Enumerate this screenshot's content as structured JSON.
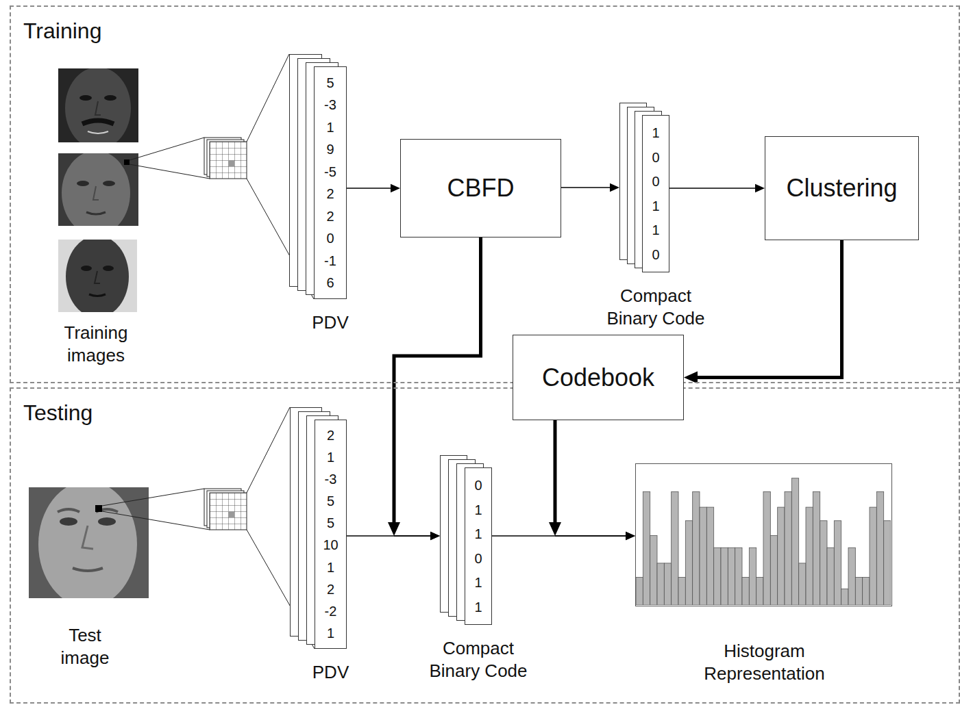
{
  "diagram": {
    "nodes": [
      {
        "text": [
          "Training"
        ]
      },
      {
        "text": [
          "5",
          "-3",
          "1",
          "9",
          "-5",
          "2",
          "2",
          "0",
          "-1",
          "6",
          "PDV"
        ],
        "in": 0
      },
      {
        "text": [
          "CBFD"
        ],
        "in": 0
      },
      {
        "text": [
          "1",
          "0",
          "0",
          "1",
          "1",
          "0",
          "Compact Binary Code"
        ],
        "in": 0
      },
      {
        "text": [
          "Clustering"
        ],
        "in": 0
      },
      {
        "text": [
          "Codebook"
        ]
      },
      {
        "text": [
          "Testing"
        ]
      },
      {
        "text": [
          "2",
          "1",
          "-3",
          "5",
          "5",
          "10",
          "1",
          "2",
          "-2",
          "1",
          "PDV"
        ],
        "in": 6
      },
      {
        "text": [
          "0",
          "1",
          "1",
          "0",
          "1",
          "1",
          "Compact Binary Code"
        ],
        "in": 6
      },
      {
        "text": [
          "Histogram Representation"
        ],
        "in": 6
      }
    ],
    "edges": [
      {
        "from": 1,
        "to": 2,
        "arrow": "to"
      },
      {
        "from": 2,
        "to": 3,
        "arrow": "to"
      },
      {
        "from": 3,
        "to": 4,
        "arrow": "to"
      },
      {
        "from": 4,
        "to": 5,
        "arrow": "to"
      },
      {
        "from": 2,
        "to": 8,
        "arrow": "to"
      },
      {
        "from": 7,
        "to": 8,
        "arrow": "to"
      },
      {
        "from": 8,
        "to": 9,
        "arrow": "to"
      },
      {
        "from": 5,
        "to": 9,
        "arrow": "to"
      }
    ],
    "labels": [
      "Training images",
      "Test image"
    ]
  }
}
